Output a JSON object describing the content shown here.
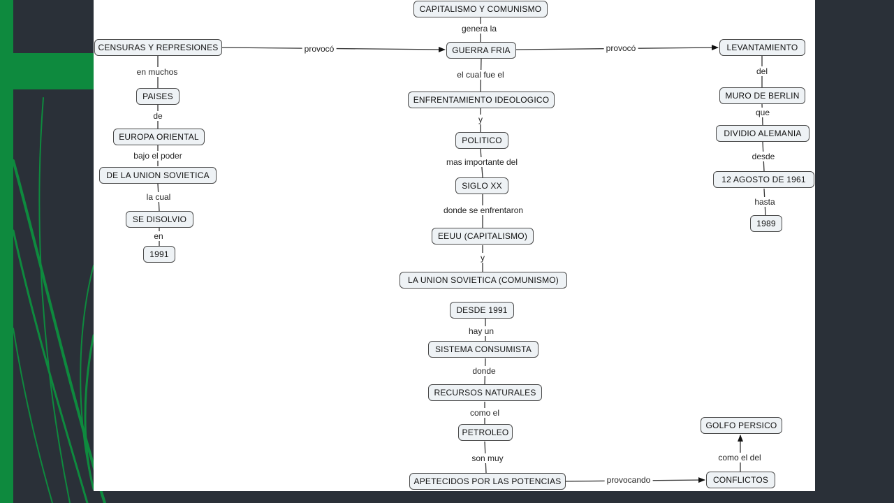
{
  "theme": {
    "background": "#2a3038",
    "accent_green": "#0e8a3e",
    "panel": "#ffffff",
    "node_fill": "#eef2f5",
    "node_border": "#4a4a4a"
  },
  "concept_map": {
    "nodes": {
      "capitalismo_comunismo": "CAPITALISMO Y COMUNISMO",
      "guerra_fria": "GUERRA FRIA",
      "enfrentamiento": "ENFRENTAMIENTO IDEOLOGICO",
      "politico": "POLITICO",
      "siglo_xx": "SIGLO XX",
      "eeuu": "EEUU (CAPITALISMO)",
      "union_sov_comunismo": "LA UNION SOVIETICA (COMUNISMO)",
      "desde_1991": "DESDE 1991",
      "sistema_consumista": "SISTEMA CONSUMISTA",
      "recursos_naturales": "RECURSOS NATURALES",
      "petroleo": "PETROLEO",
      "apetecidos": "APETECIDOS POR LAS POTENCIAS",
      "censuras": "CENSURAS Y REPRESIONES",
      "paises": "PAISES",
      "europa_oriental": "EUROPA ORIENTAL",
      "union_sovietica": "DE LA UNION SOVIETICA",
      "se_disolvio": "SE DISOLVIO",
      "year_1991": "1991",
      "levantamiento": "LEVANTAMIENTO",
      "muro_berlin": "MURO DE BERLIN",
      "dividio_alemania": "DIVIDIO ALEMANIA",
      "agosto_1961": "12 AGOSTO DE 1961",
      "year_1989": "1989",
      "golfo_persico": "GOLFO PERSICO",
      "conflictos": "CONFLICTOS"
    },
    "links": {
      "genera_la": "genera la",
      "el_cual_fue_el": "el cual fue el",
      "y1": "y",
      "mas_importante_del": "mas importante del",
      "donde_se_enfrentaron": "donde se enfrentaron",
      "y2": "y",
      "hay_un": "hay un",
      "donde": "donde",
      "como_el": "como el",
      "son_muy": "son muy",
      "provocando": "provocando",
      "como_el_del": "como el del",
      "provoco_left": "provocó",
      "provoco_right": "provocó",
      "en_muchos": "en muchos",
      "de": "de",
      "bajo_el_poder": "bajo el poder",
      "la_cual": "la cual",
      "en": "en",
      "del": "del",
      "que": "que",
      "desde": "desde",
      "hasta": "hasta"
    }
  }
}
